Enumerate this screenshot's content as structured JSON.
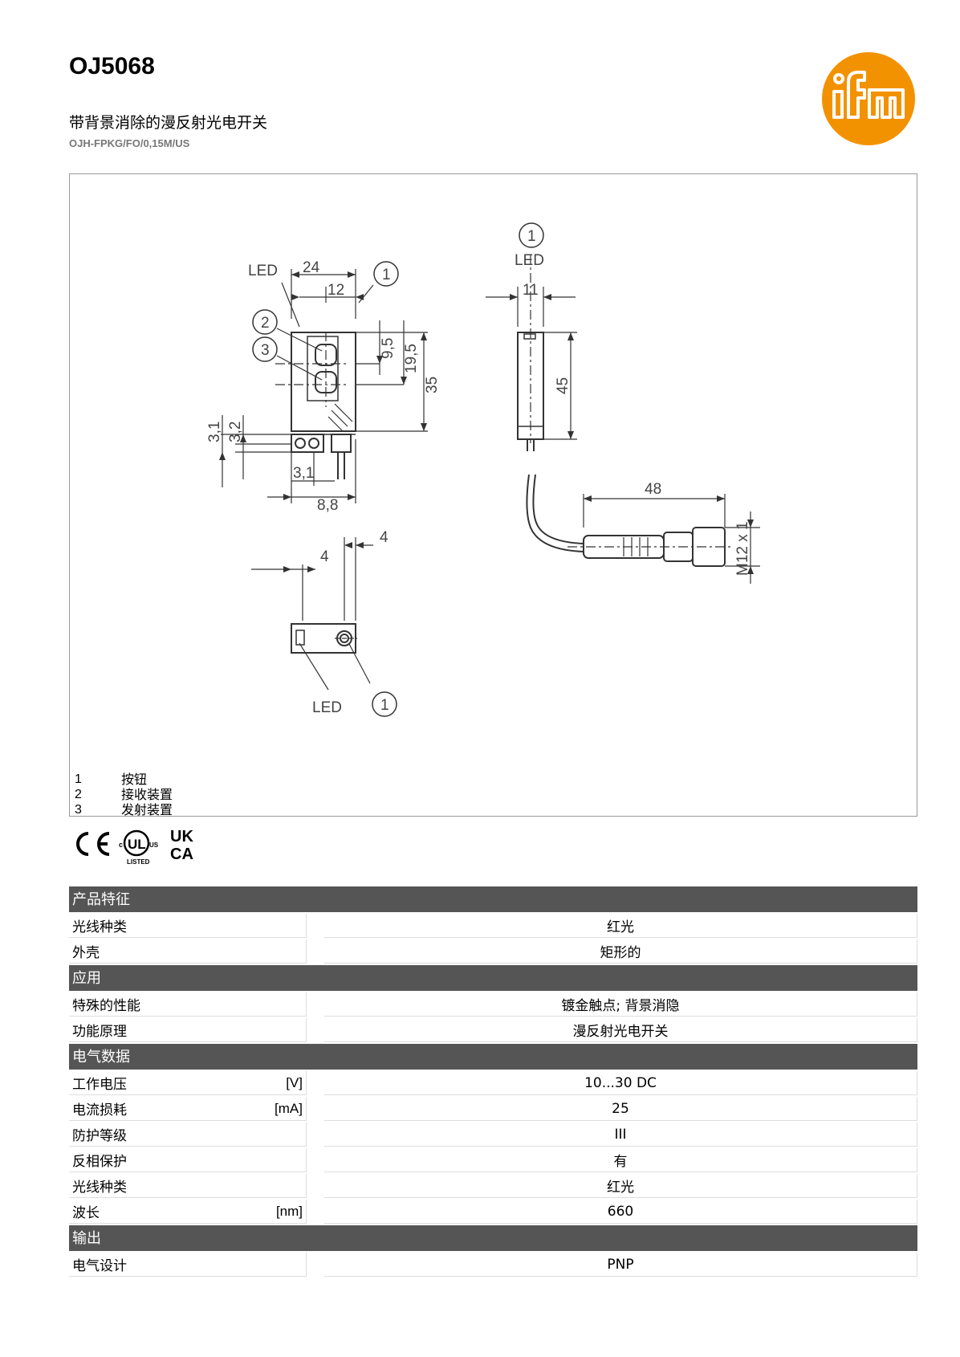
{
  "header": {
    "product_code": "OJ5068",
    "description": "带背景消除的漫反射光电开关",
    "article_code": "OJH-FPKG/FO/0,15M/US",
    "brand_color": "#F39200"
  },
  "drawing": {
    "labels": {
      "led": "LED",
      "dim_24": "24",
      "dim_12": "12",
      "dim_9_5": "9,5",
      "dim_19_5": "19,5",
      "dim_35": "35",
      "dim_3_1_left": "3,1",
      "dim_3_2": "3,2",
      "dim_3_1_bottom": "3,1",
      "dim_8_8": "8,8",
      "dim_11": "11",
      "dim_45": "45",
      "dim_48": "48",
      "dim_m12": "M12 x 1",
      "dim_4_a": "4",
      "dim_4_b": "4",
      "callout_1": "1",
      "callout_2": "2",
      "callout_3": "3"
    },
    "legend": [
      {
        "num": "1",
        "text": "按钮"
      },
      {
        "num": "2",
        "text": "接收装置"
      },
      {
        "num": "3",
        "text": "发射装置"
      }
    ]
  },
  "certifications": [
    "CE",
    "UL LISTED",
    "UKCA"
  ],
  "sections": [
    {
      "title": "产品特征",
      "rows": [
        {
          "label": "光线种类",
          "unit": "",
          "value": "红光"
        },
        {
          "label": "外壳",
          "unit": "",
          "value": "矩形的"
        }
      ]
    },
    {
      "title": "应用",
      "rows": [
        {
          "label": "特殊的性能",
          "unit": "",
          "value": "镀金触点; 背景消隐"
        },
        {
          "label": "功能原理",
          "unit": "",
          "value": "漫反射光电开关"
        }
      ]
    },
    {
      "title": "电气数据",
      "rows": [
        {
          "label": "工作电压",
          "unit": "[V]",
          "value": "10...30 DC"
        },
        {
          "label": "电流损耗",
          "unit": "[mA]",
          "value": "25"
        },
        {
          "label": "防护等级",
          "unit": "",
          "value": "III"
        },
        {
          "label": "反相保护",
          "unit": "",
          "value": "有"
        },
        {
          "label": "光线种类",
          "unit": "",
          "value": "红光"
        },
        {
          "label": "波长",
          "unit": "[nm]",
          "value": "660"
        }
      ]
    },
    {
      "title": "输出",
      "rows": [
        {
          "label": "电气设计",
          "unit": "",
          "value": "PNP"
        }
      ]
    }
  ]
}
